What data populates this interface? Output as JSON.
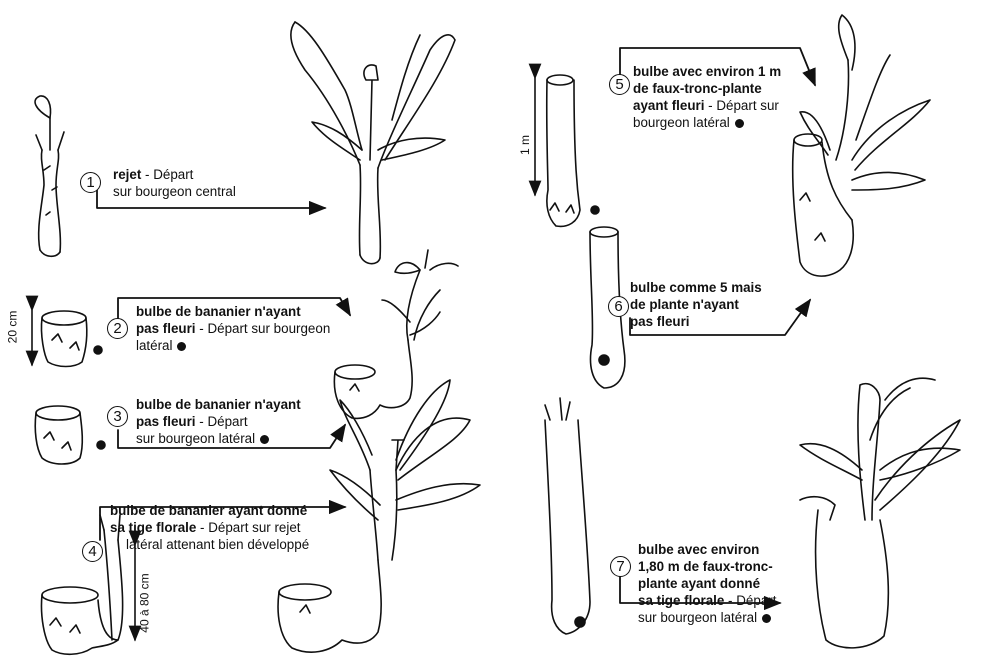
{
  "steps": [
    {
      "num": "1",
      "bold": "rejet",
      "rest": " - Départ",
      "line2": "sur bourgeon central"
    },
    {
      "num": "2",
      "bold": "bulbe de bananier n'ayant",
      "line2_bold": "pas fleuri",
      "line2_rest": " - Départ sur bourgeon",
      "line3": "latéral"
    },
    {
      "num": "3",
      "bold": "bulbe de bananier n'ayant",
      "line2_bold": "pas fleuri",
      "line2_rest": " - Départ",
      "line3": "sur bourgeon latéral"
    },
    {
      "num": "4",
      "bold": "bulbe de bananier ayant donné",
      "line2_bold": "sa tige florale",
      "line2_rest": " - Départ sur rejet",
      "line3": "latéral attenant bien développé"
    },
    {
      "num": "5",
      "line1": "bulbe avec environ 1 m",
      "line2": "de faux-tronc-plante",
      "line3_bold": "ayant fleuri",
      "line3_rest": " - Départ sur",
      "line4": "bourgeon latéral"
    },
    {
      "num": "6",
      "line1": "bulbe comme 5 mais",
      "line2": "de plante n'ayant",
      "line3": "pas fleuri"
    },
    {
      "num": "7",
      "line1": "bulbe avec environ",
      "line2": "1,80 m de faux-tronc-",
      "line3": "plante ayant donné",
      "line4_bold": "sa tige florale",
      "line4_rest": " - Départ",
      "line5": "sur bourgeon latéral"
    }
  ],
  "dimensions": {
    "d20": "20 cm",
    "d1m": "1 m",
    "d4080": "40 à 80 cm"
  }
}
